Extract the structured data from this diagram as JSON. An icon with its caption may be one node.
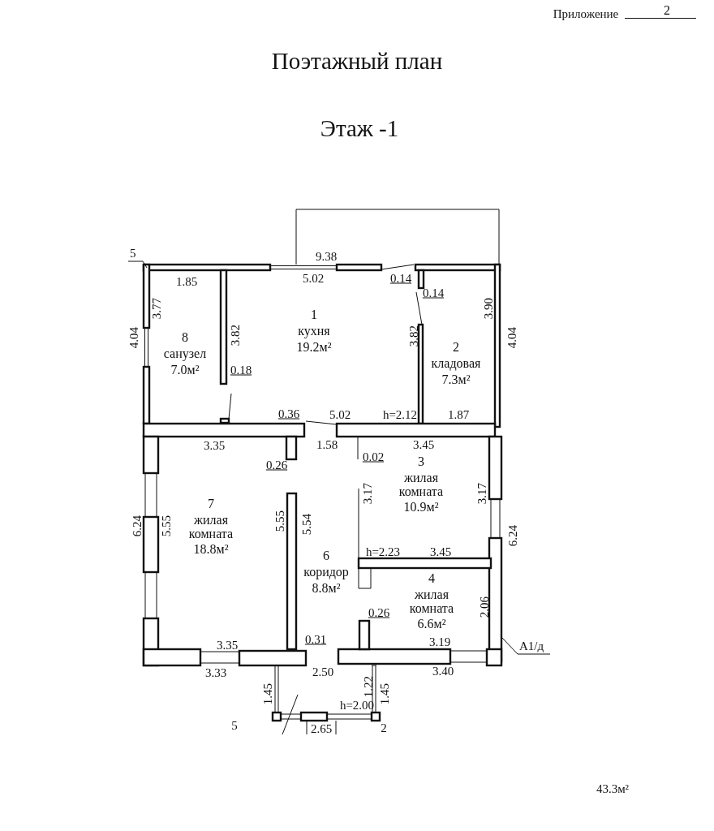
{
  "diagram": {
    "title": "Поэтажный план",
    "nodes": [
      {
        "text": [
          "8",
          "санузел",
          "7.0м²"
        ]
      },
      {
        "text": [
          "1",
          "кухня",
          "19.2м²"
        ]
      },
      {
        "text": [
          "2",
          "кладовая",
          "7.3м²"
        ]
      },
      {
        "text": [
          "7",
          "жилая комната",
          "18.8м²"
        ]
      },
      {
        "text": [
          "3",
          "жилая комната",
          "10.9м²"
        ]
      },
      {
        "text": [
          "6",
          "коридор",
          "8.8м²"
        ]
      },
      {
        "text": [
          "4",
          "жилая комната",
          "6.6м²"
        ]
      },
      {
        "text": [
          "5"
        ]
      },
      {
        "text": [
          "А1/д"
        ]
      }
    ],
    "edges": [
      {
        "from": 7,
        "to": null,
        "arrow": "none"
      },
      {
        "from": 8,
        "to": null,
        "arrow": "none"
      }
    ],
    "labels": [
      "Приложение",
      "2",
      "Этаж -1",
      "9.38",
      "1.85",
      "5.02",
      "0.14",
      "0.14",
      "3.77",
      "4.04",
      "3.82",
      "0.18",
      "3.82",
      "3.90",
      "4.04",
      "0.36",
      "5.02",
      "h=2.12",
      "1.87",
      "3.35",
      "1.58",
      "3.45",
      "0.26",
      "0.02",
      "3.17",
      "3.17",
      "6.24",
      "5.55",
      "5.55",
      "5.54",
      "6.24",
      "h=2.23",
      "3.45",
      "0.26",
      "2.06",
      "3.35",
      "0.31",
      "3.19",
      "3.33",
      "2.50",
      "3.40",
      "1.45",
      "1.22",
      "1.45",
      "h=2.00",
      "5",
      "2.65",
      "2",
      "43.3м²"
    ]
  }
}
